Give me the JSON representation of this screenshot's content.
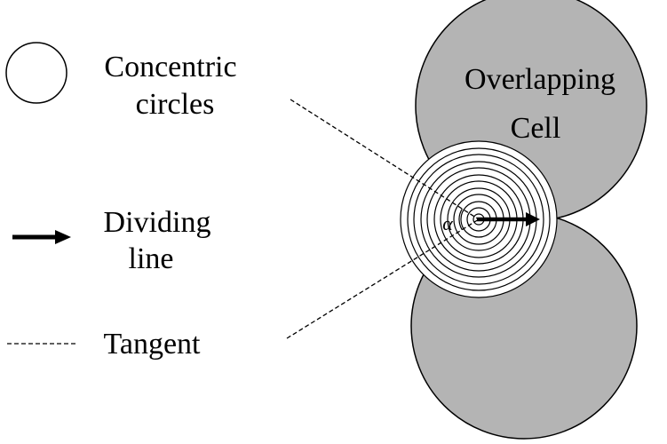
{
  "figure": {
    "background": "#ffffff",
    "cell_fill": "#b4b4b4",
    "line_color": "#000000"
  },
  "legend": {
    "concentric_circles": {
      "line1": "Concentric",
      "line2": "circles"
    },
    "dividing_line": {
      "line1": "Dividing",
      "line2": "line"
    },
    "tangent": {
      "label": "Tangent"
    }
  },
  "diagram": {
    "overlapping_cell": {
      "line1": "Overlapping",
      "line2": "Cell"
    },
    "angle_label": "α"
  }
}
